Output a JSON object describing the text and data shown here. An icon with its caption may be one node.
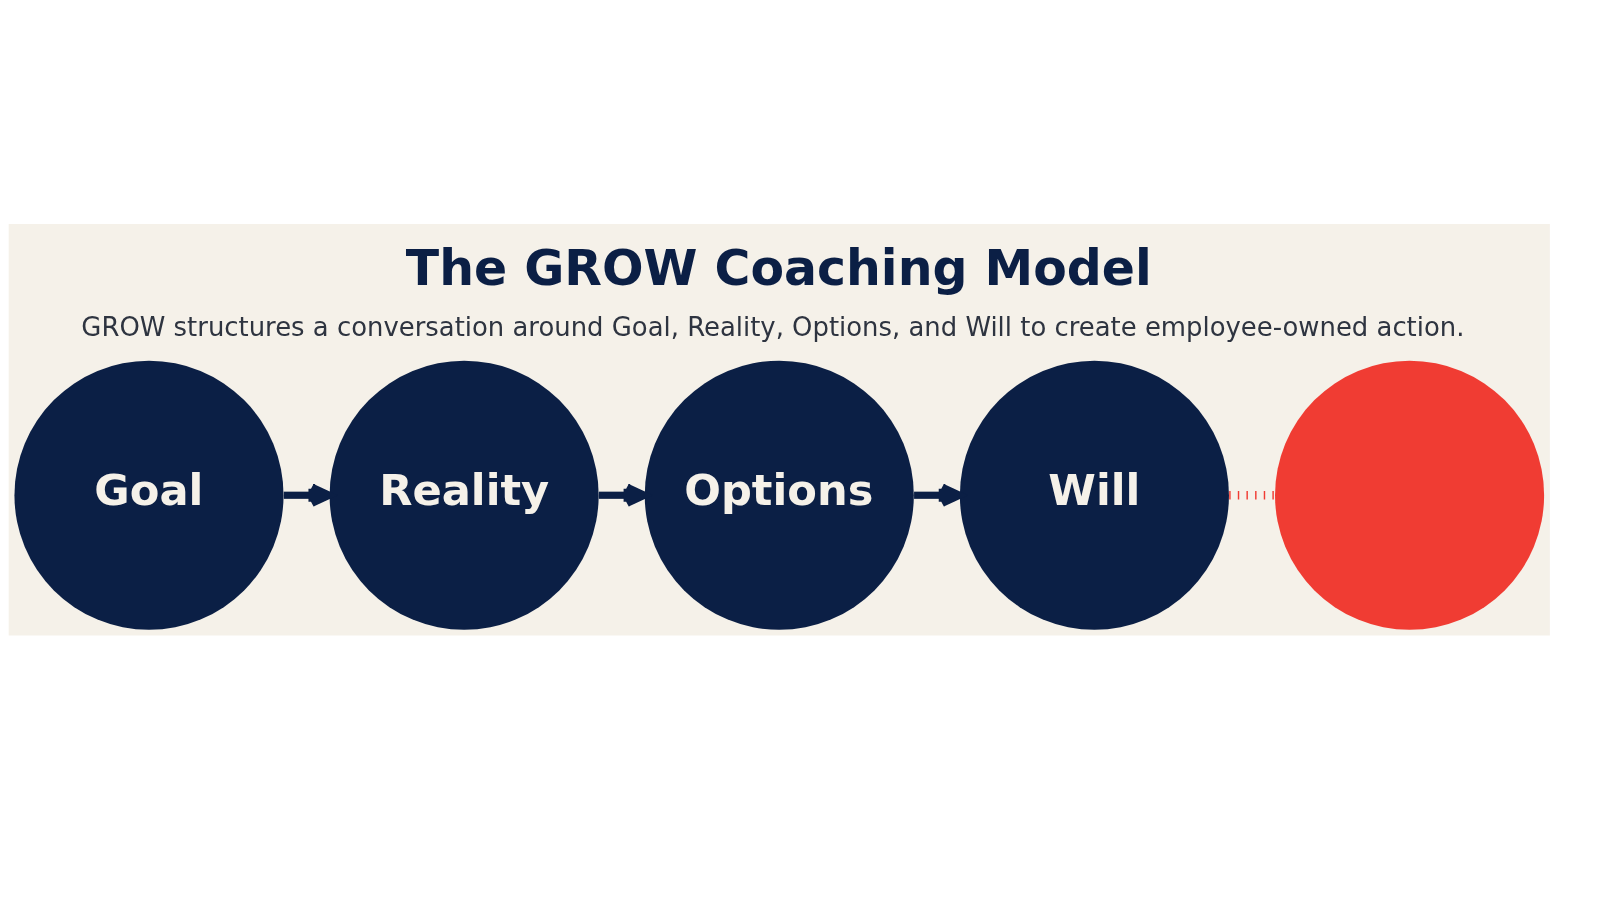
{
  "diagram": {
    "title": "The GROW Coaching Model",
    "caption": "GROW structures a conversation around Goal, Reality, Options, and Will to create employee-owned action.",
    "nodes": [
      {
        "text": [
          "Goal"
        ]
      },
      {
        "text": [
          "Reality"
        ]
      },
      {
        "text": [
          "Options"
        ]
      },
      {
        "text": [
          "Will"
        ]
      },
      {
        "text": [],
        "shape": "circle"
      }
    ],
    "edges": [
      {
        "from": 0,
        "to": 1,
        "arrow": "to"
      },
      {
        "from": 1,
        "to": 2,
        "arrow": "to"
      },
      {
        "from": 2,
        "to": 3,
        "arrow": "to"
      },
      {
        "from": 3,
        "to": 4,
        "arrow": "none",
        "style": "dashed",
        "color": "#f03c33"
      }
    ]
  }
}
